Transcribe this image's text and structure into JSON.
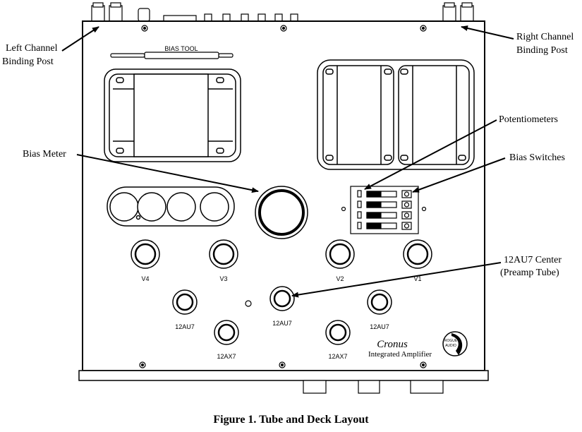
{
  "callouts": {
    "left_binding": [
      "Left Channel",
      "Binding Post"
    ],
    "right_binding": [
      "Right Channel",
      "Binding Post"
    ],
    "potentiometers": "Potentiometers",
    "bias_meter": "Bias Meter",
    "bias_switches": "Bias Switches",
    "center_tube": [
      "12AU7 Center",
      "(Preamp Tube)"
    ]
  },
  "deck": {
    "bias_tool_label": "BIAS TOOL",
    "tube_labels": {
      "v4": "V4",
      "v3": "V3",
      "v2": "V2",
      "v1": "V1",
      "au7_left": "12AU7",
      "au7_center": "12AU7",
      "au7_right": "12AU7",
      "ax7_left": "12AX7",
      "ax7_right": "12AX7"
    },
    "brand": "Cronus",
    "model": "Integrated Amplifier",
    "logo_text": [
      "ROGUE",
      "AUDIO"
    ]
  },
  "caption": "Figure 1. Tube and Deck Layout"
}
